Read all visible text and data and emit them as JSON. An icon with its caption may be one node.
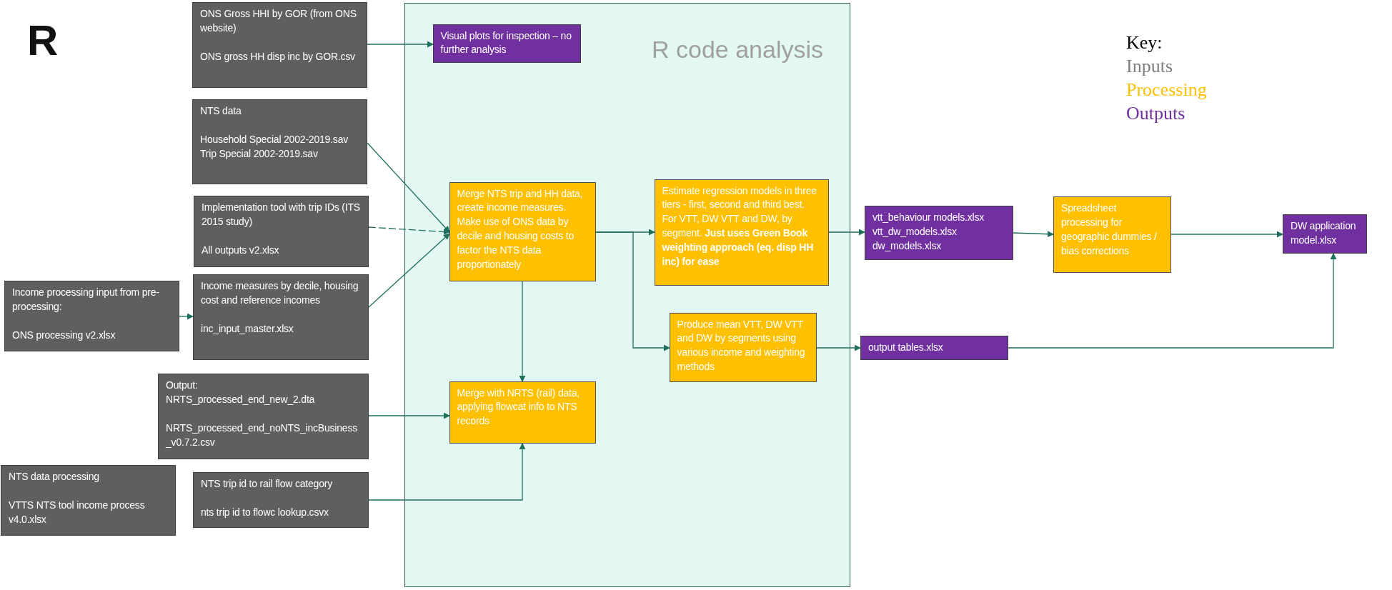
{
  "diagram": {
    "title": "R",
    "nodes": [
      {
        "text": [
          "R code analysis"
        ]
      },
      {
        "text": [
          "ONS Gross HHI by GOR (from ONS website)",
          "ONS gross HH disp inc by GOR.csv"
        ]
      },
      {
        "text": [
          "NTS data",
          "Household Special 2002-2019.sav",
          "Trip Special 2002-2019.sav"
        ]
      },
      {
        "text": [
          "Implementation tool with trip IDs (ITS 2015 study)",
          "All outputs v2.xlsx"
        ]
      },
      {
        "text": [
          "Income processing input from pre-processing:",
          "ONS processing v2.xlsx"
        ]
      },
      {
        "text": [
          "Income measures by decile, housing cost and reference incomes",
          "inc_input_master.xlsx"
        ]
      },
      {
        "text": [
          "Output:",
          "NRTS_processed_end_new_2.dta",
          "NRTS_processed_end_noNTS_incBusiness_v0.7.2.csv"
        ]
      },
      {
        "text": [
          "NTS data processing",
          "VTTS NTS tool income process v4.0.xlsx"
        ]
      },
      {
        "text": [
          "NTS trip id to rail flow category",
          "nts trip id to flowc lookup.csvx"
        ]
      },
      {
        "text": [
          "Visual plots for inspection – no further analysis"
        ],
        "in": 0
      },
      {
        "text": [
          "Merge NTS trip and HH data, create income measures. Make use of ONS data by decile and housing costs to factor the NTS data proportionately"
        ],
        "in": 0
      },
      {
        "text": [
          "Estimate regression models in three tiers - first, second and third best. For VTT, DW VTT and DW, by segment. **Just uses Green Book weighting approach (eq. disp HH inc) for ease**"
        ],
        "in": 0
      },
      {
        "text": [
          "Produce mean VTT, DW VTT and DW by segments using various income and weighting methods"
        ],
        "in": 0
      },
      {
        "text": [
          "Merge with NRTS (rail) data, applying flowcat info to NTS records"
        ],
        "in": 0
      },
      {
        "text": [
          "vtt_behaviour models.xlsx",
          "vtt_dw_models.xlsx",
          "dw_models.xlsx"
        ]
      },
      {
        "text": [
          "Spreadsheet processing for geographic dummies / bias corrections"
        ]
      },
      {
        "text": [
          "DW application model.xlsx"
        ]
      },
      {
        "text": [
          "output tables.xlsx"
        ]
      }
    ],
    "edges": [
      {
        "from": 1,
        "to": 9,
        "arrow": "to"
      },
      {
        "from": 2,
        "to": 10,
        "arrow": "to"
      },
      {
        "from": 3,
        "to": 10,
        "arrow": "to",
        "style": "dashed"
      },
      {
        "from": 5,
        "to": 10,
        "arrow": "to"
      },
      {
        "from": 4,
        "to": 5,
        "arrow": "to"
      },
      {
        "from": 10,
        "to": 11,
        "arrow": "to"
      },
      {
        "from": 10,
        "to": 12,
        "arrow": "to"
      },
      {
        "from": 10,
        "to": 13,
        "arrow": "to"
      },
      {
        "from": 6,
        "to": 13,
        "arrow": "to"
      },
      {
        "from": 8,
        "to": 13,
        "arrow": "to"
      },
      {
        "from": 11,
        "to": 14,
        "arrow": "to"
      },
      {
        "from": 14,
        "to": 15,
        "arrow": "to"
      },
      {
        "from": 15,
        "to": 16,
        "arrow": "to"
      },
      {
        "from": 12,
        "to": 17,
        "arrow": "to"
      },
      {
        "from": 17,
        "to": 16,
        "arrow": "to"
      }
    ],
    "labels": [
      "Key:"
    ],
    "legend": [
      {
        "text": "Inputs",
        "color": "#808080"
      },
      {
        "text": "Processing",
        "color": "#ffc000"
      },
      {
        "text": "Outputs",
        "color": "#7030a0"
      }
    ]
  }
}
